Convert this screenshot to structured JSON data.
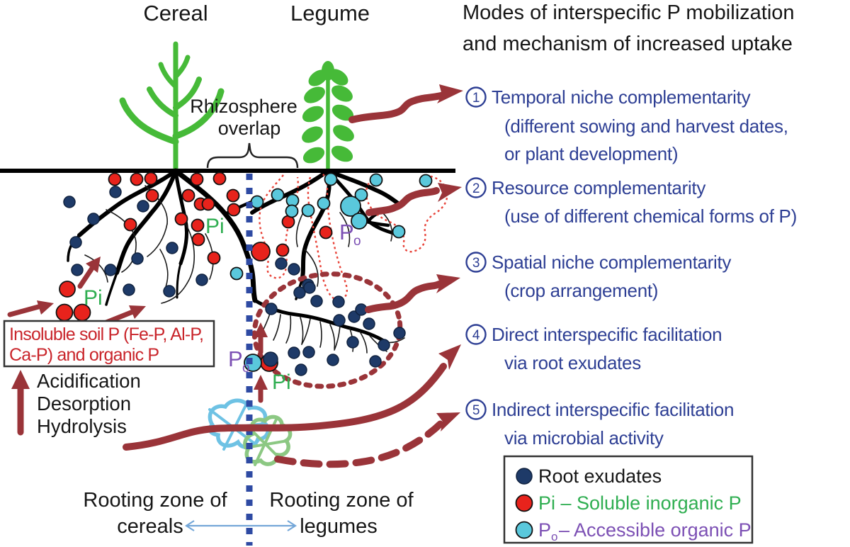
{
  "labels": {
    "cereal": "Cereal",
    "legume": "Legume",
    "heading_line1": "Modes of interspecific P mobilization",
    "heading_line2": "and mechanism of increased uptake"
  },
  "rhizosphere": {
    "line1": "Rhizosphere",
    "line2": "overlap"
  },
  "modes": [
    {
      "num": "1",
      "line1": "Temporal niche complementarity",
      "line2": "(different sowing and harvest dates,",
      "line3": "or plant development)"
    },
    {
      "num": "2",
      "line1": "Resource complementarity",
      "line2": "(use of different chemical forms of P)"
    },
    {
      "num": "3",
      "line1": "Spatial niche complementarity",
      "line2": "(crop arrangement)"
    },
    {
      "num": "4",
      "line1": "Direct interspecific facilitation",
      "line2": "via root exudates"
    },
    {
      "num": "5",
      "line1": "Indirect interspecific facilitation",
      "line2": "via microbial activity"
    }
  ],
  "soil_labels": {
    "pi_upper": "Pi",
    "pi_left": "Pi",
    "pi_pair": "Pi",
    "po_main": "P",
    "po_sub": "o"
  },
  "insoluble_box": {
    "line1": "Insoluble soil P (Fe-P, Al-P,",
    "line2": "Ca-P) and organic P"
  },
  "processes": {
    "line1": "Acidification",
    "line2": "Desorption",
    "line3": "Hydrolysis"
  },
  "rooting_zones": {
    "left_line1": "Rooting zone of",
    "left_line2": "cereals",
    "right_line1": "Rooting zone of",
    "right_line2": "legumes"
  },
  "legend": {
    "row1_label": "Root exudates",
    "row2_label": "Pi – Soluble inorganic P",
    "row3_main": "P",
    "row3_sub": "o",
    "row3_rest": "– Accessible organic P"
  },
  "colors": {
    "mode_text_blue": "#2e3f94",
    "arrow_dark_red": "#9a3439",
    "dot_red": "#e8231c",
    "dot_navy": "#1e3a68",
    "dot_cyan": "#5ac8dc",
    "pi_green": "#2fae51",
    "po_purple": "#7c50b4",
    "plant_green": "#46ba38",
    "divider_blue": "#2e4aa3",
    "zone_arrow_blue": "#74a7d8",
    "rhizosphere_outline_red": "#e8443a",
    "microbe_blue": "#6ec2e4",
    "microbe_green": "#8cc883"
  }
}
